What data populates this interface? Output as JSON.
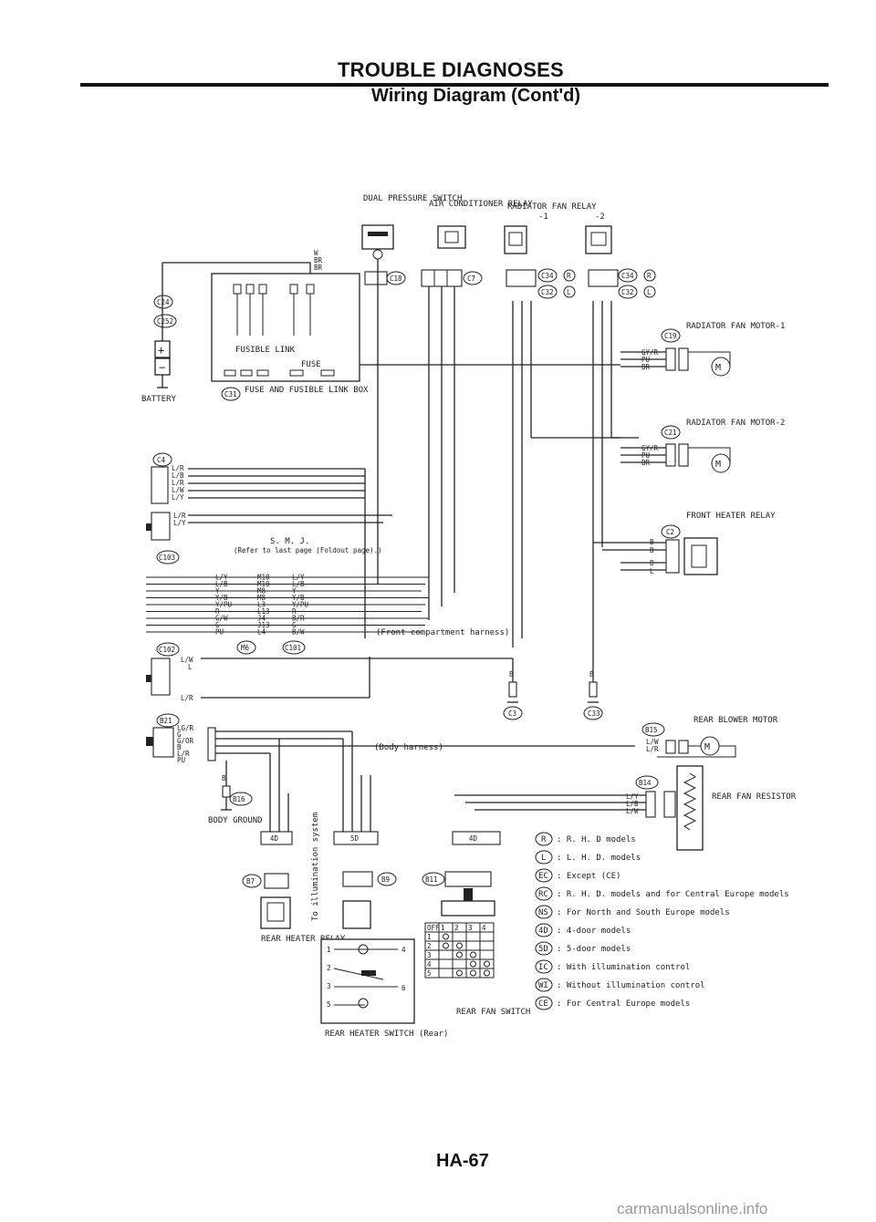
{
  "header": {
    "title": "TROUBLE DIAGNOSES",
    "subtitle": "Wiring Diagram (Cont'd)"
  },
  "components": {
    "dual_pressure_switch": "DUAL PRESSURE SWITCH",
    "ac_relay": "AIR CONDITIONER RELAY",
    "rad_fan_relay": "RADIATOR FAN RELAY",
    "rad_fan_relay_1": "-1",
    "rad_fan_relay_2": "-2",
    "rad_fan_motor_1": "RADIATOR FAN MOTOR-1",
    "rad_fan_motor_2": "RADIATOR FAN MOTOR-2",
    "front_heater_relay": "FRONT HEATER RELAY",
    "rear_blower_motor": "REAR BLOWER MOTOR",
    "rear_fan_resistor": "REAR FAN RESISTOR",
    "battery": "BATTERY",
    "fusible_link": "FUSIBLE LINK",
    "fuse": "FUSE",
    "fuse_box": "FUSE AND FUSIBLE LINK BOX",
    "smj_note": "S. M. J.",
    "smj_ref": "(Refer to last page (Foldout page).)",
    "front_harness": "(Front compartment harness)",
    "body_harness": "(Body harness)",
    "body_ground": "BODY GROUND",
    "rear_heater_relay": "REAR HEATER RELAY",
    "rear_heater_switch": "REAR HEATER SWITCH (Rear)",
    "rear_fan_switch": "REAR FAN SWITCH",
    "illum_note": "To illumination system"
  },
  "connectors": {
    "c24": "C24",
    "c252": "C252",
    "c31": "C31",
    "c18": "C18",
    "c7": "C7",
    "c34": "C34",
    "c32": "C32",
    "c19": "C19",
    "c21": "C21",
    "c2": "C2",
    "c4": "C4",
    "c103": "C103",
    "c102": "C102",
    "m6": "M6",
    "c101": "C101",
    "c3": "C3",
    "c33": "C33",
    "b21": "B21",
    "b15": "B15",
    "b14": "B14",
    "b16": "B16",
    "b7": "B7",
    "b9": "B9",
    "b11": "B11",
    "r": "R",
    "l": "L",
    "d4": "4D",
    "d5": "5D"
  },
  "wires": {
    "w": "W",
    "br": "BR",
    "br2": "BR",
    "gy_r": "GY/R",
    "pu": "PU",
    "br3": "BR",
    "gy_r2": "GY/R",
    "pu2": "PU",
    "br4": "BR",
    "b": "B",
    "b2": "B",
    "b3": "B",
    "l": "L",
    "lr": "L/R",
    "lb": "L/B",
    "lr2": "L/R",
    "lw": "L/W",
    "ly": "L/Y",
    "lr3": "L/R",
    "ly2": "L/Y",
    "smj_left": [
      "L/Y",
      "L/B",
      "Y",
      "Y/B",
      "Y/PU",
      "R",
      "G/W",
      "G",
      "PU"
    ],
    "smj_mid": [
      "M10",
      "M10",
      "M8",
      "M8",
      "L3",
      "L13",
      "J4",
      "J13",
      "L4"
    ],
    "smj_right": [
      "L/Y",
      "L/B",
      "Y",
      "Y/B",
      "Y/PU",
      "R",
      "B/R",
      "G",
      "B/W"
    ],
    "lw2": "L/W",
    "l2": "L",
    "lr4": "L/R",
    "lg_r": "LG/R",
    "g": "G",
    "g_or": "G/OR",
    "b4": "B",
    "l_r": "L/R",
    "pu3": "PU",
    "l_w": "L/W",
    "l_r2": "L/R",
    "l_y": "L/Y",
    "l_b": "L/B",
    "l_w2": "L/W"
  },
  "legend": [
    {
      "code": "R",
      "text": "R. H. D models"
    },
    {
      "code": "L",
      "text": "L. H. D. models"
    },
    {
      "code": "EC",
      "text": "Except (CE)"
    },
    {
      "code": "RC",
      "text": "R. H. D. models and for Central Europe models"
    },
    {
      "code": "NS",
      "text": "For North and South Europe models"
    },
    {
      "code": "4D",
      "text": "4-door models"
    },
    {
      "code": "5D",
      "text": "5-door models"
    },
    {
      "code": "IC",
      "text": "With illumination control"
    },
    {
      "code": "WI",
      "text": "Without illumination control"
    },
    {
      "code": "CE",
      "text": "For Central Europe models"
    }
  ],
  "switch_table": {
    "header": [
      "OFF",
      "1",
      "2",
      "3",
      "4"
    ],
    "rows": [
      "1",
      "2",
      "3",
      "4",
      "5"
    ]
  },
  "rear_heater_switch_pins": [
    "1",
    "2",
    "3",
    "4",
    "5",
    "6"
  ],
  "page_number": "HA-67",
  "watermark": "carmanualsonline.info"
}
